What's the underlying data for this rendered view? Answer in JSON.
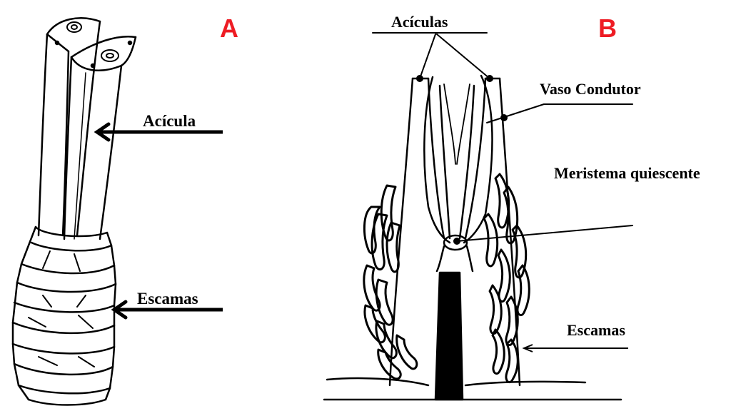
{
  "panels": {
    "a": {
      "letter": "A",
      "labels": {
        "acicula": "Acícula",
        "escamas": "Escamas"
      }
    },
    "b": {
      "letter": "B",
      "labels": {
        "aciculas": "Acículas",
        "vaso_condutor": "Vaso Condutor",
        "meristema_quiescente": "Meristema quiescente",
        "escamas": "Escamas"
      }
    }
  },
  "colors": {
    "panel_letter": "#ee1c24",
    "ink": "#000000"
  }
}
